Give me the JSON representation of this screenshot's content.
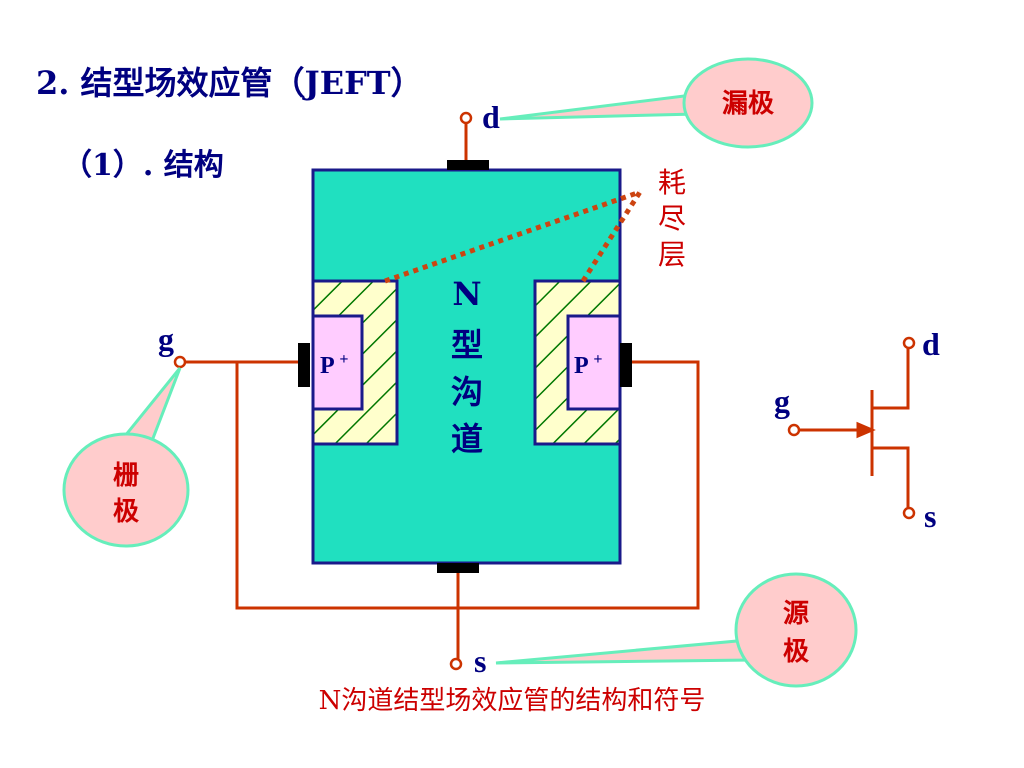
{
  "heading": {
    "title": "2. 结型场效应管（JEFT）",
    "subtitle": "（1）. 结构"
  },
  "diagram": {
    "drain_label": "d",
    "gate_label": "g",
    "source_label": "s",
    "p_region_label": "P+",
    "channel_label": [
      "N",
      "型",
      "沟",
      "道"
    ],
    "depletion_label": [
      "耗",
      "尽",
      "层"
    ],
    "callouts": {
      "drain": "漏极",
      "gate": [
        "栅",
        "极"
      ],
      "source": [
        "源",
        "极"
      ]
    }
  },
  "symbol": {
    "drain_label": "d",
    "gate_label": "g",
    "source_label": "s"
  },
  "caption": "N沟道结型场效应管的结构和符号",
  "colors": {
    "channel_fill": "#20e0c0",
    "p_fill": "#ffccff",
    "depletion_fill": "#ffffcc",
    "bubble_fill": "#ffcccc",
    "bubble_border": "#66eebb",
    "wire": "#cc3300",
    "text_blue": "#000080",
    "text_red": "#cc0000"
  }
}
